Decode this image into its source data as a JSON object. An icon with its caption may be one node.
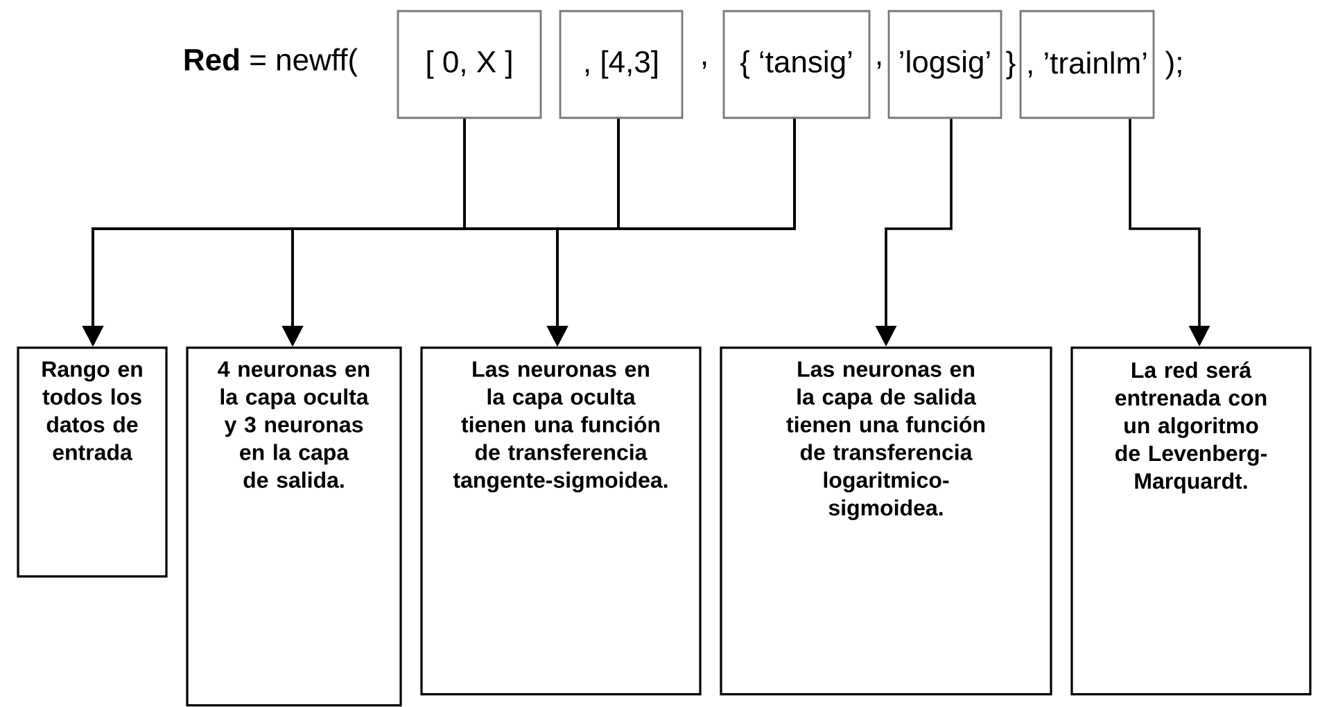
{
  "diagram": {
    "nodes": [
      {
        "text": [
          "[ 0, X ]"
        ]
      },
      {
        "text": [
          ", [4,3]"
        ]
      },
      {
        "text": [
          "{ ‘tansig’"
        ]
      },
      {
        "text": [
          "’logsig’"
        ]
      },
      {
        "text": [
          ", ’trainlm’"
        ]
      },
      {
        "text": [
          "Rango en todos los datos de entrada"
        ]
      },
      {
        "text": [
          "4 neuronas en la capa oculta y 3 neuronas en la capa de salida."
        ]
      },
      {
        "text": [
          "Las neuronas en la capa oculta tienen una función de transferencia tangente-sigmoidea."
        ]
      },
      {
        "text": [
          "Las neuronas en la capa de salida tienen una función de transferencia logaritmico-sigmoidea."
        ]
      },
      {
        "text": [
          "La red será entrenada con un algoritmo de Levenberg-Marquardt."
        ]
      }
    ],
    "edges": [
      {
        "from": 0,
        "to": 5,
        "arrow": "to"
      },
      {
        "from": 0,
        "to": 6,
        "arrow": "to"
      },
      {
        "from": 0,
        "to": 7,
        "arrow": "to"
      },
      {
        "from": 1,
        "to": 5,
        "arrow": "to"
      },
      {
        "from": 1,
        "to": 6,
        "arrow": "to"
      },
      {
        "from": 1,
        "to": 7,
        "arrow": "to"
      },
      {
        "from": 2,
        "to": 5,
        "arrow": "to"
      },
      {
        "from": 2,
        "to": 6,
        "arrow": "to"
      },
      {
        "from": 2,
        "to": 7,
        "arrow": "to"
      },
      {
        "from": 3,
        "to": 8,
        "arrow": "to"
      },
      {
        "from": 4,
        "to": 9,
        "arrow": "to"
      }
    ],
    "labels": [
      "**Red** = newff(",
      ",",
      ",",
      "}",
      ");"
    ]
  }
}
